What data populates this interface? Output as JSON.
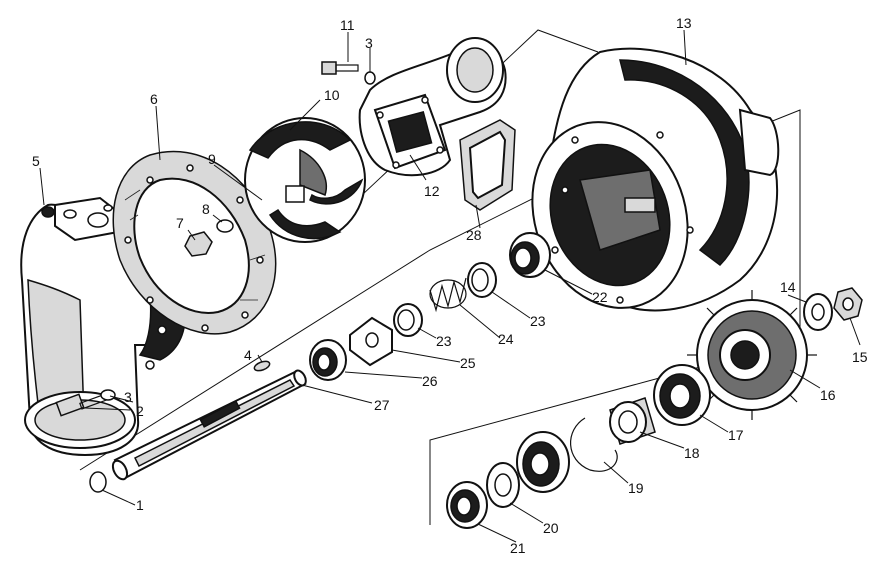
{
  "callouts": [
    {
      "id": "c1",
      "text": "1"
    },
    {
      "id": "c2",
      "text": "2"
    },
    {
      "id": "c3a",
      "text": "3"
    },
    {
      "id": "c3b",
      "text": "3"
    },
    {
      "id": "c4",
      "text": "4"
    },
    {
      "id": "c5",
      "text": "5"
    },
    {
      "id": "c6",
      "text": "6"
    },
    {
      "id": "c7",
      "text": "7"
    },
    {
      "id": "c8",
      "text": "8"
    },
    {
      "id": "c9",
      "text": "9"
    },
    {
      "id": "c10",
      "text": "10"
    },
    {
      "id": "c11",
      "text": "11"
    },
    {
      "id": "c12",
      "text": "12"
    },
    {
      "id": "c13",
      "text": "13"
    },
    {
      "id": "c14",
      "text": "14"
    },
    {
      "id": "c15",
      "text": "15"
    },
    {
      "id": "c16",
      "text": "16"
    },
    {
      "id": "c17",
      "text": "17"
    },
    {
      "id": "c18",
      "text": "18"
    },
    {
      "id": "c19",
      "text": "19"
    },
    {
      "id": "c20",
      "text": "20"
    },
    {
      "id": "c21",
      "text": "21"
    },
    {
      "id": "c22",
      "text": "22"
    },
    {
      "id": "c23a",
      "text": "23"
    },
    {
      "id": "c23b",
      "text": "23"
    },
    {
      "id": "c24",
      "text": "24"
    },
    {
      "id": "c25",
      "text": "25"
    },
    {
      "id": "c26",
      "text": "26"
    },
    {
      "id": "c27",
      "text": "27"
    },
    {
      "id": "c28",
      "text": "28"
    }
  ]
}
